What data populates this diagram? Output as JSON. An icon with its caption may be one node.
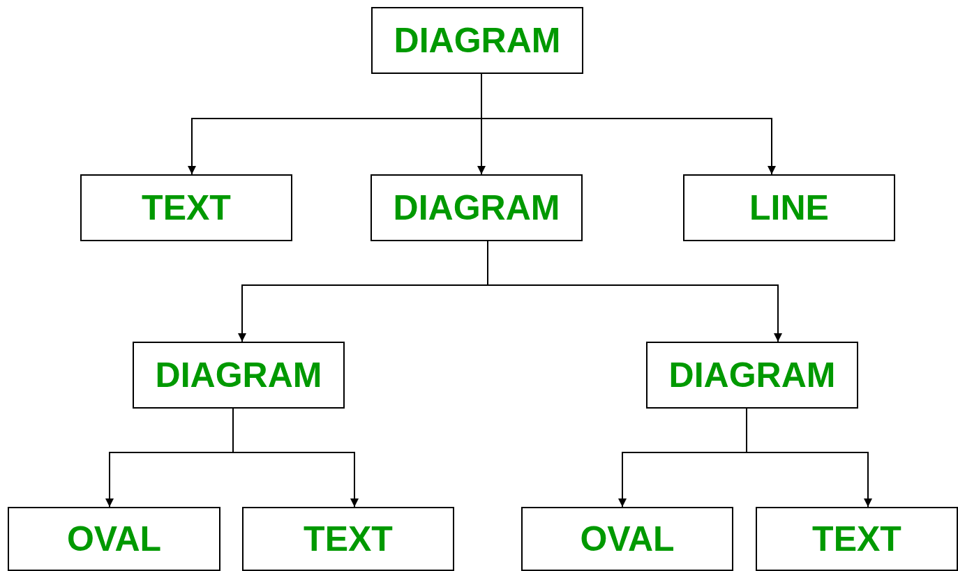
{
  "diagram": {
    "nodes": [
      {
        "text": [
          "DIAGRAM"
        ]
      },
      {
        "text": [
          "TEXT"
        ]
      },
      {
        "text": [
          "DIAGRAM"
        ]
      },
      {
        "text": [
          "LINE"
        ]
      },
      {
        "text": [
          "DIAGRAM"
        ]
      },
      {
        "text": [
          "DIAGRAM"
        ]
      },
      {
        "text": [
          "OVAL"
        ]
      },
      {
        "text": [
          "TEXT"
        ]
      },
      {
        "text": [
          "OVAL"
        ]
      },
      {
        "text": [
          "TEXT"
        ]
      }
    ],
    "edges": [
      {
        "from": 0,
        "to": 1,
        "arrow": "to"
      },
      {
        "from": 0,
        "to": 2,
        "arrow": "to"
      },
      {
        "from": 0,
        "to": 3,
        "arrow": "to"
      },
      {
        "from": 2,
        "to": 4,
        "arrow": "to"
      },
      {
        "from": 2,
        "to": 5,
        "arrow": "to"
      },
      {
        "from": 4,
        "to": 6,
        "arrow": "to"
      },
      {
        "from": 4,
        "to": 7,
        "arrow": "to"
      },
      {
        "from": 5,
        "to": 8,
        "arrow": "to"
      },
      {
        "from": 5,
        "to": 9,
        "arrow": "to"
      }
    ]
  }
}
